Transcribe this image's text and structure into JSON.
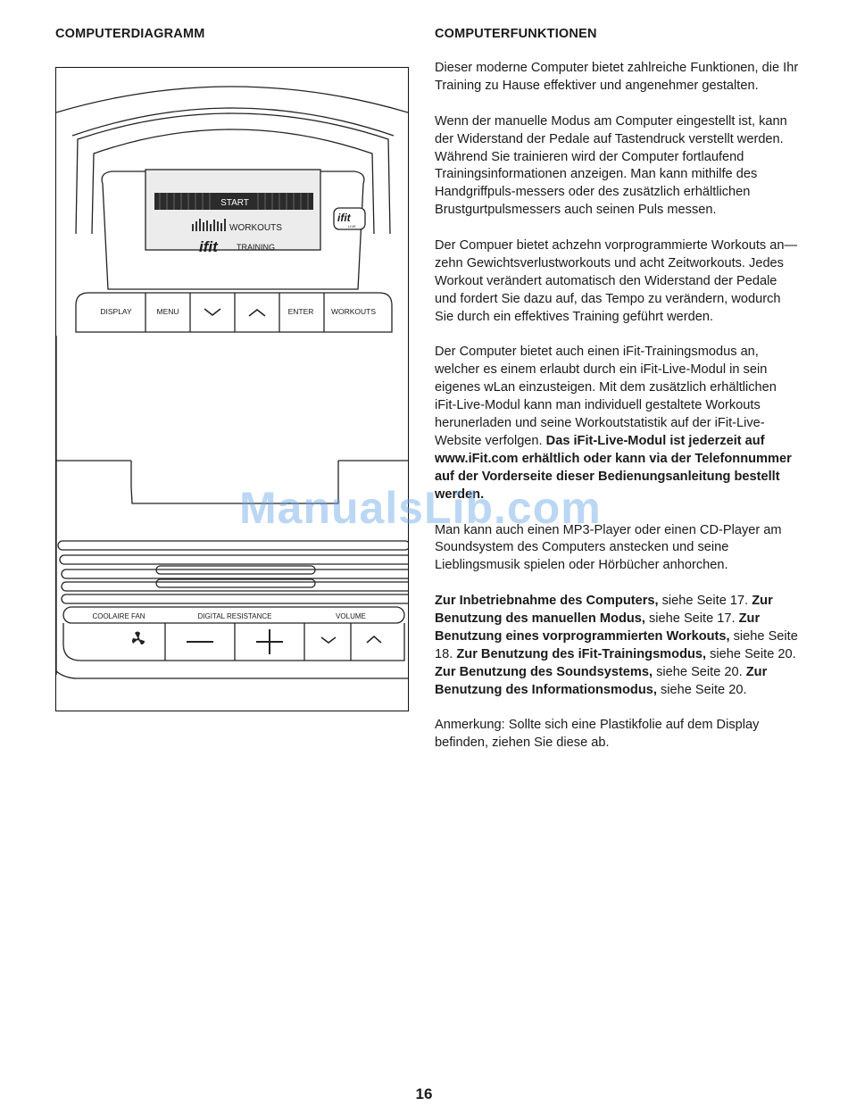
{
  "left_heading": "COMPUTERDIAGRAMM",
  "right_heading": "COMPUTERFUNKTIONEN",
  "console": {
    "display_start": "START",
    "display_workouts": "WORKOUTS",
    "display_ifit": "ifit",
    "display_training": "TRAINING",
    "ifit_badge": "ifit",
    "ifit_badge_sub": "LIVE",
    "button_display": "DISPLAY",
    "button_menu": "MENU",
    "button_enter": "ENTER",
    "button_workouts": "WORKOUTS",
    "label_fan": "COOLAIRE FAN",
    "label_resistance": "DIGITAL RESISTANCE",
    "label_volume": "VOLUME"
  },
  "text": {
    "p1": "Dieser moderne Computer bietet zahlreiche Funktionen, die Ihr Training zu Hause effektiver und angenehmer gestalten.",
    "p2": "Wenn der manuelle Modus am Computer eingestellt ist, kann der Widerstand der Pedale auf Tastendruck verstellt werden. Während Sie trainieren wird der Computer fortlaufend Trainingsinformationen anzeigen. Man kann mithilfe des Handgriffpuls-messers oder des zusätzlich erhältlichen Brustgurtpulsmessers auch seinen Puls messen.",
    "p3": "Der Compuer bietet achzehn vorprogrammierte Workouts an—zehn Gewichtsverlustworkouts und acht Zeitworkouts. Jedes Workout verändert automatisch den Widerstand der Pedale und fordert Sie dazu auf, das Tempo zu verändern, wodurch Sie durch ein effektives Training geführt werden.",
    "p4_normal": "Der Computer bietet auch einen iFit-Trainingsmodus an, welcher es einem erlaubt durch ein iFit-Live-Modul in sein eigenes wLan einzusteigen. Mit dem zusätzlich erhältlichen iFit-Live-Modul kann man individuell gestaltete Workouts herunerladen und seine Workoutstatistik auf der iFit-Live-Website verfolgen.",
    "p4_bold": "Das iFit-Live-Modul ist jederzeit auf www.iFit.com erhältlich oder kann via der Telefonnummer auf der Vorderseite dieser Bedienungsanleitung bestellt werden.",
    "p5": "Man kann auch einen MP3-Player oder einen CD-Player am Soundsystem des Computers anstecken und seine Lieblingsmusik spielen oder Hörbücher anhorchen.",
    "r1_bold": "Zur Inbetriebnahme des Computers,",
    "r1_text": " siehe Seite 17.",
    "r2_bold": "Zur Benutzung des manuellen Modus,",
    "r2_text": " siehe Seite 17.",
    "r3_bold": "Zur Benutzung eines vorprogrammierten Workouts,",
    "r3_text": " siehe Seite 18.",
    "r4_bold": "Zur Benutzung des iFit-Trainingsmodus,",
    "r4_text": " siehe Seite 20.",
    "r5_bold": "Zur Benutzung des Soundsystems,",
    "r5_text": " siehe Seite 20.",
    "r6_bold": "Zur Benutzung des Informationsmodus,",
    "r6_text": " siehe Seite 20.",
    "p7": "Anmerkung: Sollte sich eine Plastikfolie auf dem Display befinden, ziehen Sie diese ab."
  },
  "watermark": "ManualsLib.com",
  "page_number": "16"
}
